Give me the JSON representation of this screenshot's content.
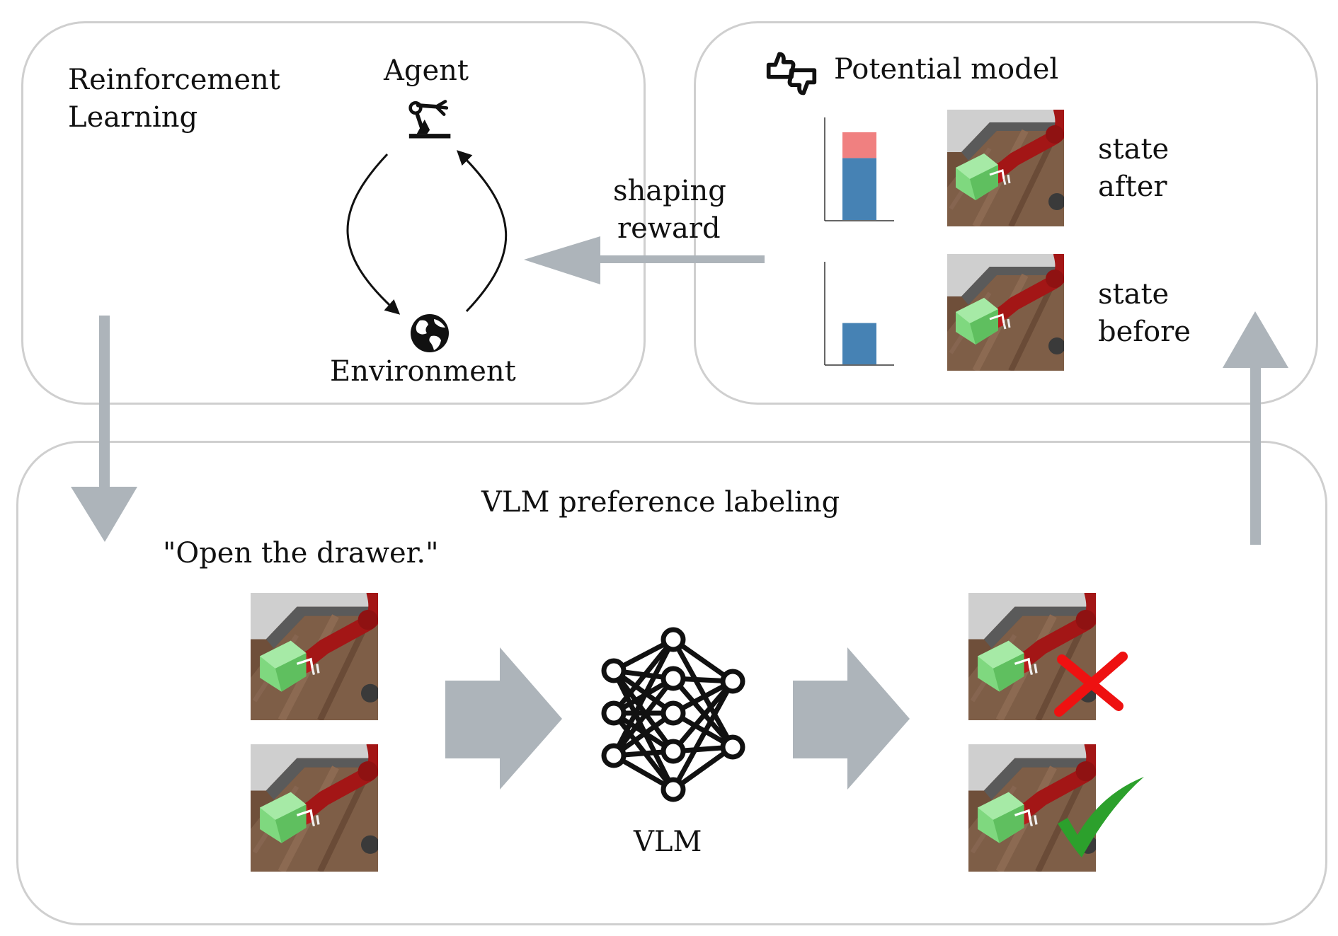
{
  "rl_panel": {
    "title_line1": "Reinforcement",
    "title_line2": "Learning",
    "agent_label": "Agent",
    "environment_label": "Environment"
  },
  "shaping": {
    "line1": "shaping",
    "line2": "reward"
  },
  "potential_panel": {
    "title": "Potential model",
    "after_line1": "state",
    "after_line2": "after",
    "before_line1": "state",
    "before_line2": "before"
  },
  "vlm_panel": {
    "title": "VLM preference labeling",
    "instruction": "\"Open the drawer.\"",
    "model_label": "VLM"
  },
  "chart_data": [
    {
      "type": "bar",
      "categories": [
        "state after"
      ],
      "series": [
        {
          "values": [
            0.6
          ]
        },
        {
          "values": [
            0.25
          ]
        }
      ],
      "ylim": [
        0,
        1
      ]
    },
    {
      "type": "bar",
      "categories": [
        "state before"
      ],
      "series": [
        {
          "values": [
            0.4
          ]
        }
      ],
      "ylim": [
        0,
        1
      ]
    }
  ],
  "colors": {
    "panel_border": "#cfcfcf",
    "flow_arrow": "#adb4ba",
    "bar_base": "#4682b4",
    "bar_gain": "#f08080",
    "reject_cross": "#ee1111",
    "accept_check": "#2ca02c",
    "robot_red": "#b01a1a",
    "drawer_green": "#7fd87f",
    "wood": "#7a5a44"
  },
  "icons": {
    "agent": "robot-arm-icon",
    "environment": "globe-icon",
    "potential": "thumbs-up-down-icon",
    "model": "neural-network-icon",
    "reject": "cross-icon",
    "accept": "checkmark-icon"
  }
}
